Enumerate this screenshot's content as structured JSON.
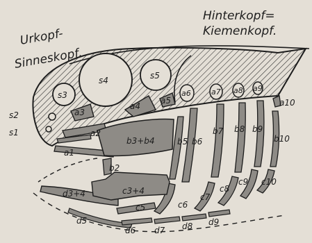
{
  "headers": {
    "left_line1": "Urkopf-",
    "left_line2": "Sinneskopf.",
    "right_line1": "Hinterkopf=",
    "right_line2": "Kiemenkopf."
  },
  "labels": {
    "s1": "s1",
    "s2": "s2",
    "s3": "s3",
    "s4": "s4",
    "s5": "s5",
    "a1": "a1",
    "a2": "a2",
    "a3": "a3",
    "a4": "a4",
    "a5": "a5",
    "a6": "a6",
    "a7": "a7",
    "a8": "a8",
    "a9": "a9",
    "a10": "a10",
    "b2": "b2",
    "b3b4": "b3+b4",
    "b5": "b5",
    "b6": "b6",
    "b7": "b7",
    "b8": "b8",
    "b9": "b9",
    "b10": "b10",
    "c3c4": "c3+4",
    "c5": "c5",
    "c6": "c6",
    "c7": "c7",
    "c8": "c8",
    "c9": "c9",
    "c10": "c10",
    "d3d4": "d3+4",
    "d5": "d5",
    "d6": "d6",
    "d7": "d7",
    "d8": "d8",
    "d9": "d9"
  },
  "colors": {
    "background": "#e4dfd6",
    "ink": "#1d1d1d",
    "bone_fill": "#8e8b86"
  }
}
